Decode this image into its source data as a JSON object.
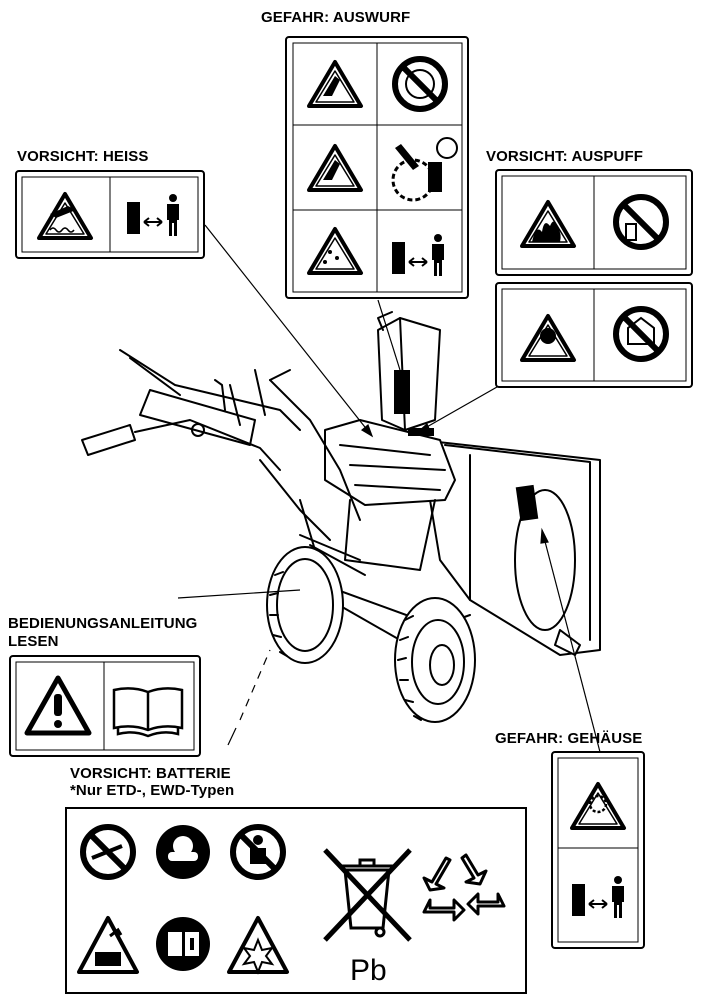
{
  "labels": {
    "gefahr_auswurf": "GEFAHR: AUSWURF",
    "vorsicht_heiss": "VORSICHT: HEISS",
    "vorsicht_auspuff": "VORSICHT: AUSPUFF",
    "bedienungsanleitung_line1": "BEDIENUNGSANLEITUNG",
    "bedienungsanleitung_line2": "LESEN",
    "gefahr_gehaeuse": "GEFAHR: GEHÄUSE",
    "vorsicht_batterie_line1": "VORSICHT: BATTERIE",
    "vorsicht_batterie_line2": "*Nur ETD-, EWD-Typen"
  },
  "battery_panel": {
    "lead_symbol": "Pb"
  },
  "icons": {
    "warning": "warning-triangle-icon",
    "no_hands": "no-hands-icon",
    "no_fire": "no-fire-icon",
    "no_enclosed": "no-enclosed-space-icon",
    "manual": "manual-book-icon",
    "recycle": "recycle-icon",
    "crossed_bin": "crossed-bin-icon"
  }
}
